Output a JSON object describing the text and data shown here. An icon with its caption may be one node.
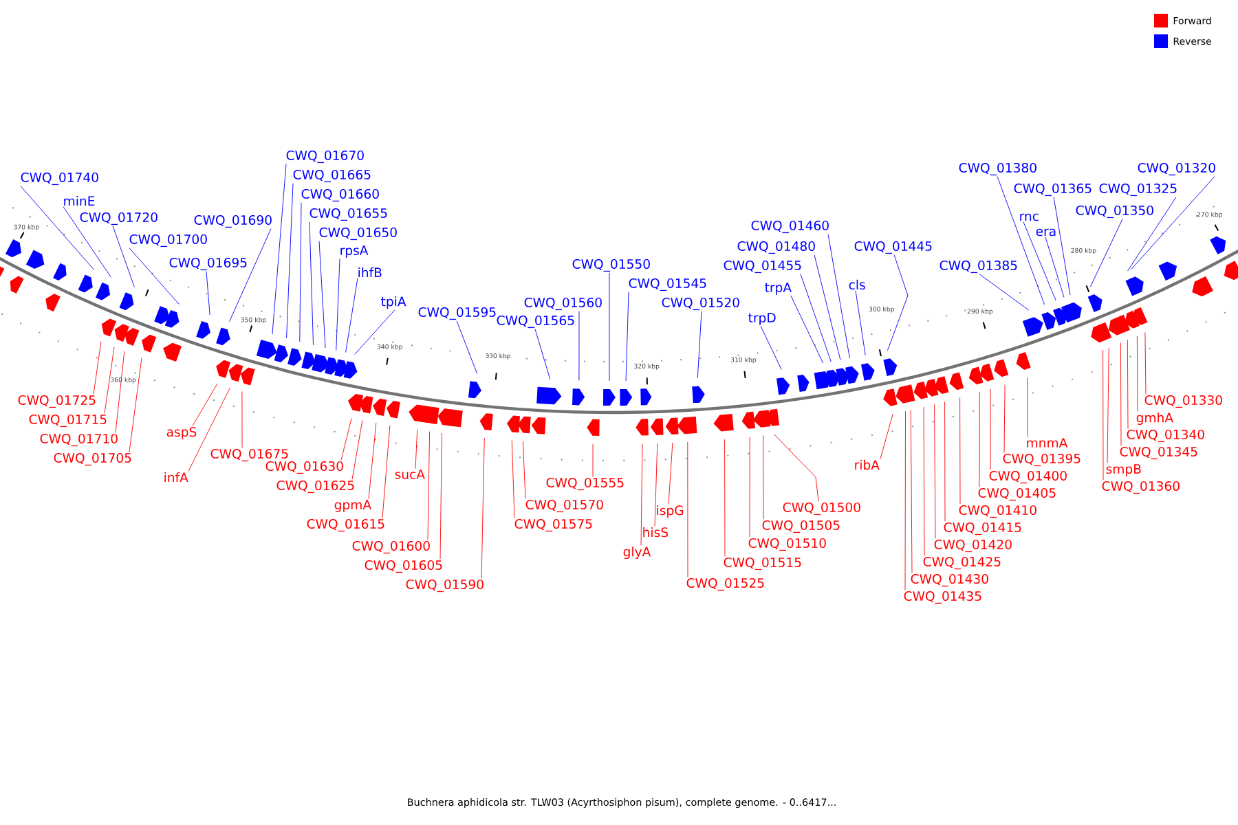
{
  "diagram": {
    "caption": "Buchnera aphidicola str. TLW03 (Acyrthosiphon pisum), complete genome. - 0..6417...",
    "nodes": [
      {
        "text": [
          "CWQ_01740"
        ]
      },
      {
        "text": [
          "minE"
        ]
      },
      {
        "text": [
          "CWQ_01720"
        ]
      },
      {
        "text": [
          "CWQ_01700"
        ]
      },
      {
        "text": [
          "CWQ_01695"
        ]
      },
      {
        "text": [
          "CWQ_01690"
        ]
      },
      {
        "text": [
          "CWQ_01670"
        ]
      },
      {
        "text": [
          "CWQ_01665"
        ]
      },
      {
        "text": [
          "CWQ_01660"
        ]
      },
      {
        "text": [
          "CWQ_01655"
        ]
      },
      {
        "text": [
          "CWQ_01650"
        ]
      },
      {
        "text": [
          "rpsA"
        ]
      },
      {
        "text": [
          "ihfB"
        ]
      },
      {
        "text": [
          "tpiA"
        ]
      },
      {
        "text": [
          "CWQ_01595"
        ]
      },
      {
        "text": [
          "CWQ_01565"
        ]
      },
      {
        "text": [
          "CWQ_01560"
        ]
      },
      {
        "text": [
          "CWQ_01550"
        ]
      },
      {
        "text": [
          "CWQ_01545"
        ]
      },
      {
        "text": [
          "CWQ_01520"
        ]
      },
      {
        "text": [
          "trpD"
        ]
      },
      {
        "text": [
          "CWQ_01480"
        ]
      },
      {
        "text": [
          "CWQ_01460"
        ]
      },
      {
        "text": [
          "CWQ_01455"
        ]
      },
      {
        "text": [
          "trpA"
        ]
      },
      {
        "text": [
          "cls"
        ]
      },
      {
        "text": [
          "CWQ_01445"
        ]
      },
      {
        "text": [
          "CWQ_01385"
        ]
      },
      {
        "text": [
          "CWQ_01380"
        ]
      },
      {
        "text": [
          "CWQ_01365"
        ]
      },
      {
        "text": [
          "rnc"
        ]
      },
      {
        "text": [
          "era"
        ]
      },
      {
        "text": [
          "CWQ_01350"
        ]
      },
      {
        "text": [
          "CWQ_01325"
        ]
      },
      {
        "text": [
          "CWQ_01320"
        ]
      },
      {
        "text": [
          "CWQ_01725"
        ]
      },
      {
        "text": [
          "CWQ_01705"
        ]
      },
      {
        "text": [
          "CWQ_01710"
        ]
      },
      {
        "text": [
          "CWQ_01715"
        ]
      },
      {
        "text": [
          "aspS"
        ]
      },
      {
        "text": [
          "CWQ_01675"
        ]
      },
      {
        "text": [
          "infA"
        ]
      },
      {
        "text": [
          "CWQ_01630"
        ]
      },
      {
        "text": [
          "gpmA"
        ]
      },
      {
        "text": [
          "CWQ_01625"
        ]
      },
      {
        "text": [
          "sucA"
        ]
      },
      {
        "text": [
          "CWQ_01615"
        ]
      },
      {
        "text": [
          "CWQ_01605"
        ]
      },
      {
        "text": [
          "CWQ_01600"
        ]
      },
      {
        "text": [
          "CWQ_01590"
        ]
      },
      {
        "text": [
          "CWQ_01575"
        ]
      },
      {
        "text": [
          "CWQ_01570"
        ]
      },
      {
        "text": [
          "CWQ_01555"
        ]
      },
      {
        "text": [
          "glyA"
        ]
      },
      {
        "text": [
          "hisS"
        ]
      },
      {
        "text": [
          "ispG"
        ]
      },
      {
        "text": [
          "CWQ_01525"
        ]
      },
      {
        "text": [
          "CWQ_01515"
        ]
      },
      {
        "text": [
          "CWQ_01510"
        ]
      },
      {
        "text": [
          "CWQ_01505"
        ]
      },
      {
        "text": [
          "CWQ_01500"
        ]
      },
      {
        "text": [
          "ribA"
        ]
      },
      {
        "text": [
          "CWQ_01425"
        ]
      },
      {
        "text": [
          "CWQ_01435"
        ]
      },
      {
        "text": [
          "CWQ_01430"
        ]
      },
      {
        "text": [
          "CWQ_01420"
        ]
      },
      {
        "text": [
          "CWQ_01415"
        ]
      },
      {
        "text": [
          "CWQ_01410"
        ]
      },
      {
        "text": [
          "CWQ_01405"
        ]
      },
      {
        "text": [
          "CWQ_01400"
        ]
      },
      {
        "text": [
          "CWQ_01395"
        ]
      },
      {
        "text": [
          "mnmA"
        ]
      },
      {
        "text": [
          "CWQ_01360"
        ]
      },
      {
        "text": [
          "CWQ_01330"
        ]
      },
      {
        "text": [
          "gmhA"
        ]
      },
      {
        "text": [
          "CWQ_01340"
        ]
      },
      {
        "text": [
          "CWQ_01345"
        ]
      },
      {
        "text": [
          "smpB"
        ]
      }
    ],
    "edges": [
      {
        "from": 0,
        "to": null,
        "arrow": "none",
        "color": "#0000ff"
      },
      {
        "from": 1,
        "to": null,
        "arrow": "none",
        "color": "#0000ff"
      },
      {
        "from": 2,
        "to": null,
        "arrow": "none",
        "color": "#0000ff"
      },
      {
        "from": 3,
        "to": null,
        "arrow": "none",
        "color": "#0000ff"
      },
      {
        "from": 4,
        "to": null,
        "arrow": "none",
        "color": "#0000ff"
      },
      {
        "from": 5,
        "to": null,
        "arrow": "none",
        "color": "#0000ff"
      },
      {
        "from": 6,
        "to": null,
        "arrow": "none",
        "color": "#0000ff"
      },
      {
        "from": 7,
        "to": null,
        "arrow": "none",
        "color": "#0000ff"
      },
      {
        "from": 8,
        "to": null,
        "arrow": "none",
        "color": "#0000ff"
      },
      {
        "from": 9,
        "to": null,
        "arrow": "none",
        "color": "#0000ff"
      },
      {
        "from": 10,
        "to": null,
        "arrow": "none",
        "color": "#0000ff"
      },
      {
        "from": 11,
        "to": null,
        "arrow": "none",
        "color": "#0000ff"
      },
      {
        "from": 12,
        "to": null,
        "arrow": "none",
        "color": "#0000ff"
      },
      {
        "from": 13,
        "to": null,
        "arrow": "none",
        "color": "#0000ff"
      },
      {
        "from": 14,
        "to": null,
        "arrow": "none",
        "color": "#0000ff"
      },
      {
        "from": 15,
        "to": null,
        "arrow": "none",
        "color": "#0000ff"
      },
      {
        "from": 16,
        "to": null,
        "arrow": "none",
        "color": "#0000ff"
      },
      {
        "from": 17,
        "to": null,
        "arrow": "none",
        "color": "#0000ff"
      },
      {
        "from": 18,
        "to": null,
        "arrow": "none",
        "color": "#0000ff"
      },
      {
        "from": 19,
        "to": null,
        "arrow": "none",
        "color": "#0000ff"
      },
      {
        "from": 20,
        "to": null,
        "arrow": "none",
        "color": "#0000ff"
      },
      {
        "from": 21,
        "to": null,
        "arrow": "none",
        "color": "#0000ff"
      },
      {
        "from": 22,
        "to": null,
        "arrow": "none",
        "color": "#0000ff"
      },
      {
        "from": 23,
        "to": null,
        "arrow": "none",
        "color": "#0000ff"
      },
      {
        "from": 24,
        "to": null,
        "arrow": "none",
        "color": "#0000ff"
      },
      {
        "from": 25,
        "to": null,
        "arrow": "none",
        "color": "#0000ff"
      },
      {
        "from": 26,
        "to": null,
        "arrow": "none",
        "color": "#0000ff"
      },
      {
        "from": 27,
        "to": null,
        "arrow": "none",
        "color": "#0000ff"
      },
      {
        "from": 28,
        "to": null,
        "arrow": "none",
        "color": "#0000ff"
      },
      {
        "from": 29,
        "to": null,
        "arrow": "none",
        "color": "#0000ff"
      },
      {
        "from": 30,
        "to": null,
        "arrow": "none",
        "color": "#0000ff"
      },
      {
        "from": 31,
        "to": null,
        "arrow": "none",
        "color": "#0000ff"
      },
      {
        "from": 32,
        "to": null,
        "arrow": "none",
        "color": "#0000ff"
      },
      {
        "from": 33,
        "to": null,
        "arrow": "none",
        "color": "#0000ff"
      },
      {
        "from": 34,
        "to": null,
        "arrow": "none",
        "color": "#0000ff"
      },
      {
        "from": 35,
        "to": null,
        "arrow": "none"
      },
      {
        "from": 36,
        "to": null,
        "arrow": "none"
      },
      {
        "from": 37,
        "to": null,
        "arrow": "none"
      },
      {
        "from": 38,
        "to": null,
        "arrow": "none"
      },
      {
        "from": 39,
        "to": null,
        "arrow": "none"
      },
      {
        "from": 40,
        "to": null,
        "arrow": "none"
      },
      {
        "from": 41,
        "to": null,
        "arrow": "none"
      },
      {
        "from": 42,
        "to": null,
        "arrow": "none"
      },
      {
        "from": 43,
        "to": null,
        "arrow": "none"
      },
      {
        "from": 44,
        "to": null,
        "arrow": "none"
      },
      {
        "from": 45,
        "to": null,
        "arrow": "none"
      },
      {
        "from": 46,
        "to": null,
        "arrow": "none"
      },
      {
        "from": 47,
        "to": null,
        "arrow": "none"
      },
      {
        "from": 48,
        "to": null,
        "arrow": "none"
      },
      {
        "from": 49,
        "to": null,
        "arrow": "none"
      },
      {
        "from": 50,
        "to": null,
        "arrow": "none"
      },
      {
        "from": 51,
        "to": null,
        "arrow": "none"
      },
      {
        "from": 52,
        "to": null,
        "arrow": "none"
      },
      {
        "from": 53,
        "to": null,
        "arrow": "none"
      },
      {
        "from": 54,
        "to": null,
        "arrow": "none"
      },
      {
        "from": 55,
        "to": null,
        "arrow": "none"
      },
      {
        "from": 56,
        "to": null,
        "arrow": "none"
      },
      {
        "from": 57,
        "to": null,
        "arrow": "none"
      },
      {
        "from": 58,
        "to": null,
        "arrow": "none"
      },
      {
        "from": 59,
        "to": null,
        "arrow": "none"
      },
      {
        "from": 60,
        "to": null,
        "arrow": "none"
      },
      {
        "from": 61,
        "to": null,
        "arrow": "none"
      },
      {
        "from": 62,
        "to": null,
        "arrow": "none"
      },
      {
        "from": 63,
        "to": null,
        "arrow": "none"
      },
      {
        "from": 64,
        "to": null,
        "arrow": "none"
      },
      {
        "from": 65,
        "to": null,
        "arrow": "none"
      },
      {
        "from": 66,
        "to": null,
        "arrow": "none"
      },
      {
        "from": 67,
        "to": null,
        "arrow": "none"
      },
      {
        "from": 68,
        "to": null,
        "arrow": "none"
      },
      {
        "from": 69,
        "to": null,
        "arrow": "none"
      },
      {
        "from": 70,
        "to": null,
        "arrow": "none"
      },
      {
        "from": 71,
        "to": null,
        "arrow": "none"
      },
      {
        "from": 72,
        "to": null,
        "arrow": "none"
      },
      {
        "from": 73,
        "to": null,
        "arrow": "none"
      },
      {
        "from": 74,
        "to": null,
        "arrow": "none"
      },
      {
        "from": 75,
        "to": null,
        "arrow": "none"
      },
      {
        "from": 76,
        "to": null,
        "arrow": "none"
      },
      {
        "from": 77,
        "to": null,
        "arrow": "none"
      }
    ],
    "labels": [
      "370 kbp",
      "360 kbp",
      "350 kbp",
      "340 kbp",
      "330 kbp",
      "320 kbp",
      "310 kbp",
      "300 kbp",
      "290 kbp",
      "280 kbp",
      "270 kbp"
    ],
    "legend": [
      {
        "text": "Forward",
        "color": "#ff0000"
      },
      {
        "text": "Reverse",
        "color": "#0000ff"
      }
    ]
  }
}
